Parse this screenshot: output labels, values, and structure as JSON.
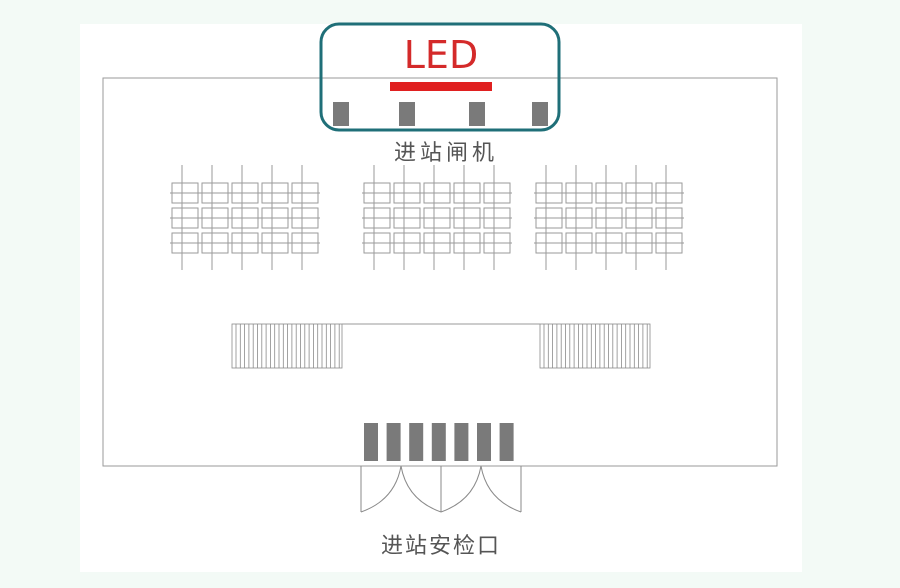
{
  "labels": {
    "led": "LED",
    "entry_gates": "进站闸机",
    "security_check": "进站安检口"
  },
  "counts": {
    "gate_blocks": 4,
    "security_machines": 7
  },
  "colors": {
    "background": "#f3faf6",
    "panel": "#ffffff",
    "highlight_frame": "#1f6f78",
    "led_text": "#d42a2a",
    "led_bar": "#e02020",
    "gate_block": "#7a7a7a",
    "line": "#9a9a9a",
    "label_text": "#555555"
  }
}
